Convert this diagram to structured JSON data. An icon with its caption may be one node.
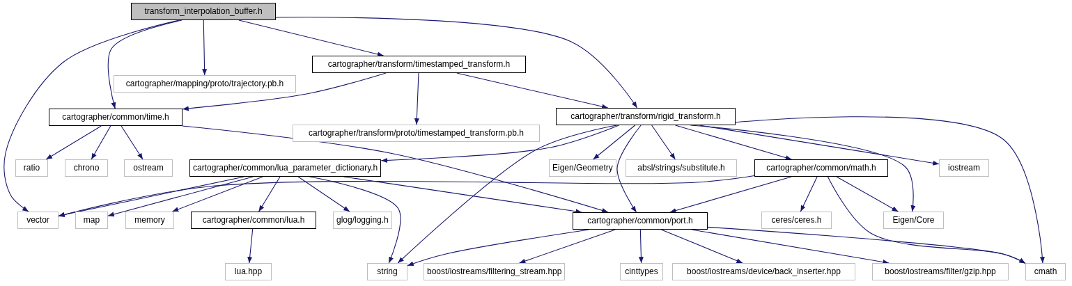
{
  "diagram": {
    "nodes": [
      {
        "text": [
          "transform_interpolation_buffer.h"
        ]
      },
      {
        "text": [
          "cartographer/mapping/proto/trajectory.pb.h"
        ]
      },
      {
        "text": [
          "cartographer/transform/timestamped_transform.h"
        ]
      },
      {
        "text": [
          "cartographer/common/time.h"
        ]
      },
      {
        "text": [
          "cartographer/transform/proto/timestamped_transform.pb.h"
        ]
      },
      {
        "text": [
          "cartographer/transform/rigid_transform.h"
        ]
      },
      {
        "text": [
          "ratio"
        ]
      },
      {
        "text": [
          "chrono"
        ]
      },
      {
        "text": [
          "ostream"
        ]
      },
      {
        "text": [
          "Eigen/Geometry"
        ]
      },
      {
        "text": [
          "absl/strings/substitute.h"
        ]
      },
      {
        "text": [
          "cartographer/common/lua_parameter_dictionary.h"
        ]
      },
      {
        "text": [
          "cartographer/common/math.h"
        ]
      },
      {
        "text": [
          "iostream"
        ]
      },
      {
        "text": [
          "vector"
        ]
      },
      {
        "text": [
          "map"
        ]
      },
      {
        "text": [
          "memory"
        ]
      },
      {
        "text": [
          "cartographer/common/lua.h"
        ]
      },
      {
        "text": [
          "glog/logging.h"
        ]
      },
      {
        "text": [
          "cartographer/common/port.h"
        ]
      },
      {
        "text": [
          "ceres/ceres.h"
        ]
      },
      {
        "text": [
          "Eigen/Core"
        ]
      },
      {
        "text": [
          "lua.hpp"
        ]
      },
      {
        "text": [
          "string"
        ]
      },
      {
        "text": [
          "boost/iostreams/filtering_stream.hpp"
        ]
      },
      {
        "text": [
          "cinttypes"
        ]
      },
      {
        "text": [
          "boost/iostreams/device/back_inserter.hpp"
        ]
      },
      {
        "text": [
          "boost/iostreams/filter/gzip.hpp"
        ]
      },
      {
        "text": [
          "cmath"
        ]
      }
    ],
    "edges": [
      {
        "from": 0,
        "to": 1,
        "arrow": "to"
      },
      {
        "from": 0,
        "to": 2,
        "arrow": "to"
      },
      {
        "from": 0,
        "to": 3,
        "arrow": "to"
      },
      {
        "from": 0,
        "to": 5,
        "arrow": "to"
      },
      {
        "from": 0,
        "to": 14,
        "arrow": "to"
      },
      {
        "from": 2,
        "to": 3,
        "arrow": "to"
      },
      {
        "from": 2,
        "to": 4,
        "arrow": "to"
      },
      {
        "from": 2,
        "to": 5,
        "arrow": "to"
      },
      {
        "from": 3,
        "to": 6,
        "arrow": "to"
      },
      {
        "from": 3,
        "to": 7,
        "arrow": "to"
      },
      {
        "from": 3,
        "to": 8,
        "arrow": "to"
      },
      {
        "from": 3,
        "to": 19,
        "arrow": "to"
      },
      {
        "from": 5,
        "to": 11,
        "arrow": "to"
      },
      {
        "from": 5,
        "to": 23,
        "arrow": "to"
      },
      {
        "from": 5,
        "to": 9,
        "arrow": "to"
      },
      {
        "from": 5,
        "to": 10,
        "arrow": "to"
      },
      {
        "from": 5,
        "to": 19,
        "arrow": "to"
      },
      {
        "from": 5,
        "to": 12,
        "arrow": "to"
      },
      {
        "from": 5,
        "to": 21,
        "arrow": "to"
      },
      {
        "from": 5,
        "to": 13,
        "arrow": "to"
      },
      {
        "from": 5,
        "to": 28,
        "arrow": "to"
      },
      {
        "from": 11,
        "to": 14,
        "arrow": "to"
      },
      {
        "from": 11,
        "to": 15,
        "arrow": "to"
      },
      {
        "from": 11,
        "to": 16,
        "arrow": "to"
      },
      {
        "from": 11,
        "to": 17,
        "arrow": "to"
      },
      {
        "from": 11,
        "to": 18,
        "arrow": "to"
      },
      {
        "from": 11,
        "to": 23,
        "arrow": "to"
      },
      {
        "from": 11,
        "to": 19,
        "arrow": "to"
      },
      {
        "from": 12,
        "to": 14,
        "arrow": "to"
      },
      {
        "from": 12,
        "to": 19,
        "arrow": "to"
      },
      {
        "from": 12,
        "to": 20,
        "arrow": "to"
      },
      {
        "from": 12,
        "to": 21,
        "arrow": "to"
      },
      {
        "from": 12,
        "to": 28,
        "arrow": "to"
      },
      {
        "from": 17,
        "to": 22,
        "arrow": "to"
      },
      {
        "from": 19,
        "to": 23,
        "arrow": "to"
      },
      {
        "from": 19,
        "to": 24,
        "arrow": "to"
      },
      {
        "from": 19,
        "to": 25,
        "arrow": "to"
      },
      {
        "from": 19,
        "to": 26,
        "arrow": "to"
      },
      {
        "from": 19,
        "to": 27,
        "arrow": "to"
      },
      {
        "from": 19,
        "to": 28,
        "arrow": "to"
      }
    ]
  }
}
